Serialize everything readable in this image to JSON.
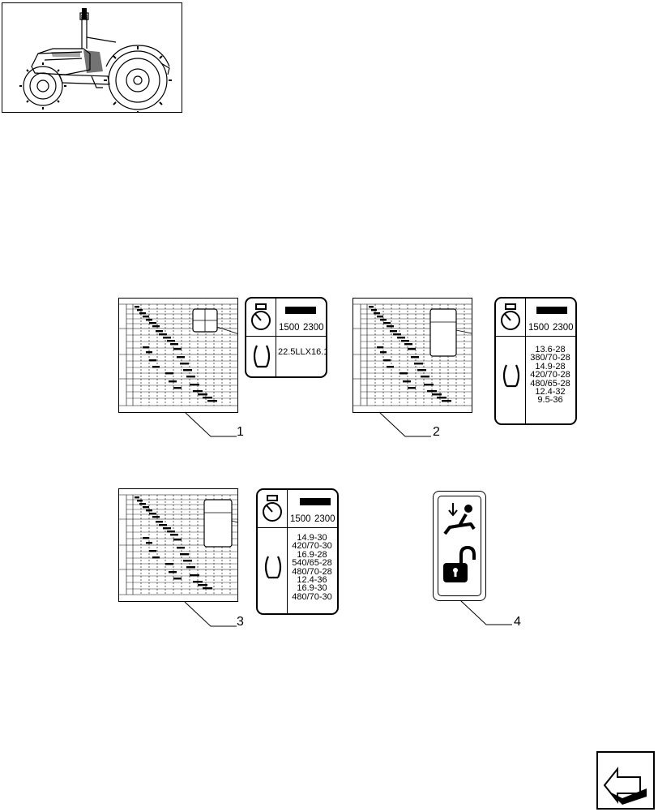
{
  "callouts": {
    "one": "1",
    "two": "2",
    "three": "3",
    "four": "4"
  },
  "decal_1": {
    "speeds": {
      "low": "1500",
      "high": "2300"
    },
    "tire": "22.5LLX16.1"
  },
  "decal_2": {
    "speeds": {
      "low": "1500",
      "high": "2300"
    },
    "tires": [
      "13.6-28",
      "380/70-28",
      "14.9-28",
      "420/70-28",
      "480/65-28",
      "12.4-32",
      "9.5-36"
    ]
  },
  "decal_3": {
    "speeds": {
      "low": "1500",
      "high": "2300"
    },
    "tires": [
      "14.9-30",
      "420/70-30",
      "16.9-28",
      "540/65-28",
      "480/70-28",
      "12.4-36",
      "16.9-30",
      "480/70-30"
    ]
  },
  "icons": {
    "tractor": "tractor-illustration",
    "tachometer": "tachometer-icon",
    "tire": "tire-icon",
    "operator": "seated-operator-icon",
    "padlock": "unlocked-padlock-icon",
    "nav": "next-page-arrow-icon"
  },
  "colors": {
    "line": "#000000",
    "background": "#ffffff"
  }
}
